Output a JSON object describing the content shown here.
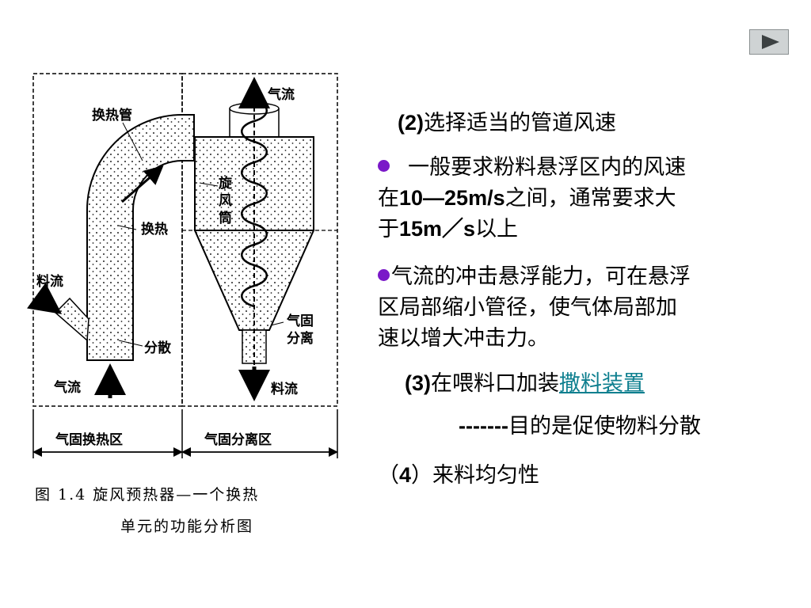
{
  "nav": {
    "next_icon": "play-right-icon"
  },
  "figure": {
    "labels": {
      "tube": "换热管",
      "exchange": "换热",
      "material_in": "料流",
      "disperse": "分散",
      "gas_in": "气流",
      "gas_out": "气流",
      "cyclone_1": "旋",
      "cyclone_2": "风",
      "cyclone_3": "筒",
      "separate_1": "气固",
      "separate_2": "分离",
      "material_out": "料流",
      "zone_left": "气固换热区",
      "zone_right": "气固分离区"
    },
    "caption_line1": "图 1.4   旋风预热器—一个换热",
    "caption_line2": "单元的功能分析图"
  },
  "text": {
    "item2_num": "(2)",
    "item2_text": "选择适当的管道风速",
    "b1_line1": "一般要求粉料悬浮区内的风速",
    "b1_l2_pre": "在",
    "b1_l2_val": "10—25m/s",
    "b1_l2_post": "之间，通常要求大",
    "b1_l3_pre": "于",
    "b1_l3_val": "15m／s",
    "b1_l3_post": "以上",
    "b2_line1": "气流的冲击悬浮能力，可在悬浮",
    "b2_line2": "区局部缩小管径，使气体局部加",
    "b2_line3": "速以增大冲击力。",
    "item3_num": "(3)",
    "item3_text": "在喂料口加装",
    "item3_link": "撒料装置",
    "purpose_dash": "-------",
    "purpose_text": "目的是促使物料分散",
    "item4_pre": "（",
    "item4_num": "4",
    "item4_post": "）来料均匀性"
  },
  "colors": {
    "bullet": "#7a18c8",
    "link": "#0e7f8f"
  }
}
